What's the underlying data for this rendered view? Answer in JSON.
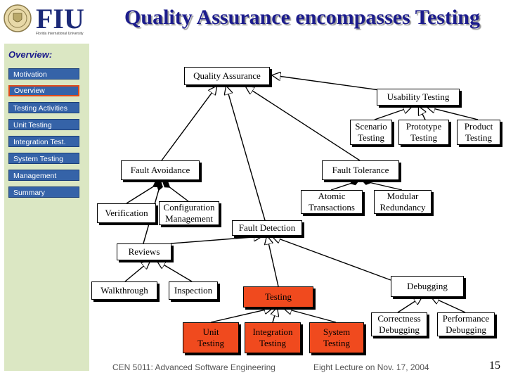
{
  "header": {
    "title": "Quality Assurance encompasses Testing",
    "logo_text": "FIU",
    "logo_subtext": "Florida International University"
  },
  "sidebar": {
    "heading": "Overview:",
    "items": [
      {
        "label": "Motivation"
      },
      {
        "label": "Overview"
      },
      {
        "label": "Testing Activities"
      },
      {
        "label": "Unit Testing"
      },
      {
        "label": "Integration Test."
      },
      {
        "label": "System Testing"
      },
      {
        "label": "Management"
      },
      {
        "label": "Summary"
      }
    ],
    "active_index": 1
  },
  "diagram": {
    "quality_assurance": "Quality Assurance",
    "usability_testing": "Usability Testing",
    "scenario_testing": "Scenario\nTesting",
    "prototype_testing": "Prototype\nTesting",
    "product_testing": "Product\nTesting",
    "fault_avoidance": "Fault Avoidance",
    "fault_tolerance": "Fault Tolerance",
    "atomic_transactions": "Atomic\nTransactions",
    "modular_redundancy": "Modular\nRedundancy",
    "verification": "Verification",
    "configuration_management": "Configuration\nManagement",
    "fault_detection": "Fault Detection",
    "reviews": "Reviews",
    "walkthrough": "Walkthrough",
    "inspection": "Inspection",
    "testing": "Testing",
    "debugging": "Debugging",
    "unit_testing": "Unit\nTesting",
    "integration_testing": "Integration\nTesting",
    "system_testing": "System\nTesting",
    "correctness_debugging": "Correctness\nDebugging",
    "performance_debugging": "Performance\nDebugging"
  },
  "footer": {
    "course": "CEN 5011: Advanced Software Engineering",
    "lecture": "Eight Lecture on Nov. 17, 2004",
    "page": "15"
  },
  "colors": {
    "title": "#1c1c8c",
    "sidebar_bg": "#dbe7c3",
    "nav_bg": "#3563a8",
    "active_border": "#e04a1a",
    "highlight": "#f04a1e"
  }
}
